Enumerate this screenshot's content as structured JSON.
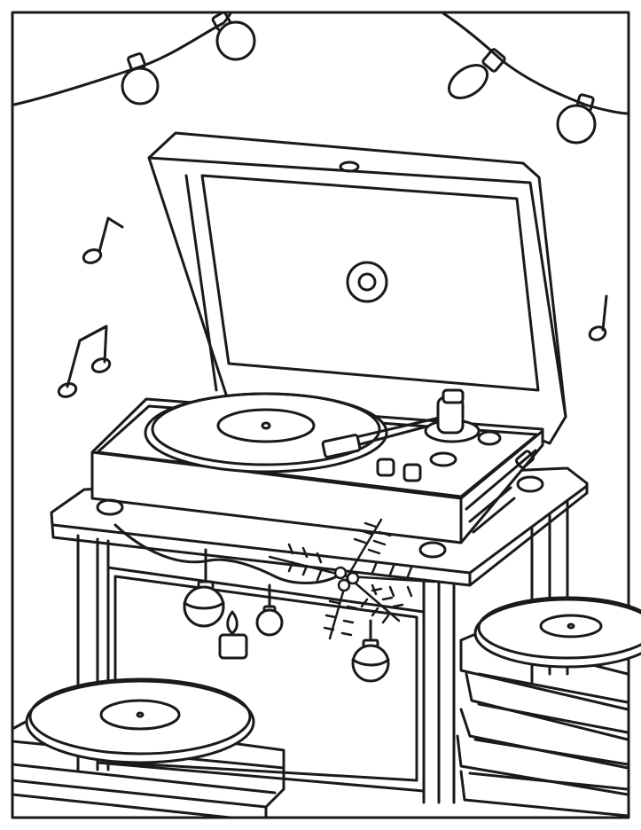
{
  "colors": {
    "ink": "#1a1a1a",
    "paper": "#ffffff"
  },
  "picture": {
    "kind": "coloring-page",
    "objects": [
      "string-lights",
      "music-notes",
      "record-player",
      "side-table",
      "pine-branch-decoration",
      "christmas-ornaments",
      "candle",
      "record-stack-left",
      "record-stack-right"
    ]
  }
}
